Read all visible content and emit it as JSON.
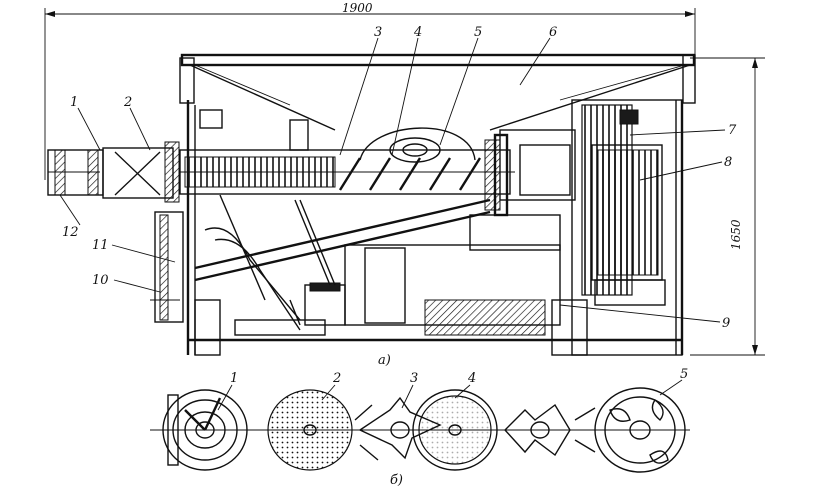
{
  "dimensions": {
    "width_label": "1900",
    "height_label": "1650"
  },
  "captions": {
    "top_view": "а)",
    "bottom_view": "б)"
  },
  "top_labels": [
    "1",
    "2",
    "3",
    "4",
    "5",
    "6",
    "7",
    "8",
    "9",
    "10",
    "11",
    "12"
  ],
  "bottom_labels": [
    "1",
    "2",
    "3",
    "4",
    "5"
  ],
  "colors": {
    "ink": "#111111",
    "paper": "#ffffff"
  }
}
